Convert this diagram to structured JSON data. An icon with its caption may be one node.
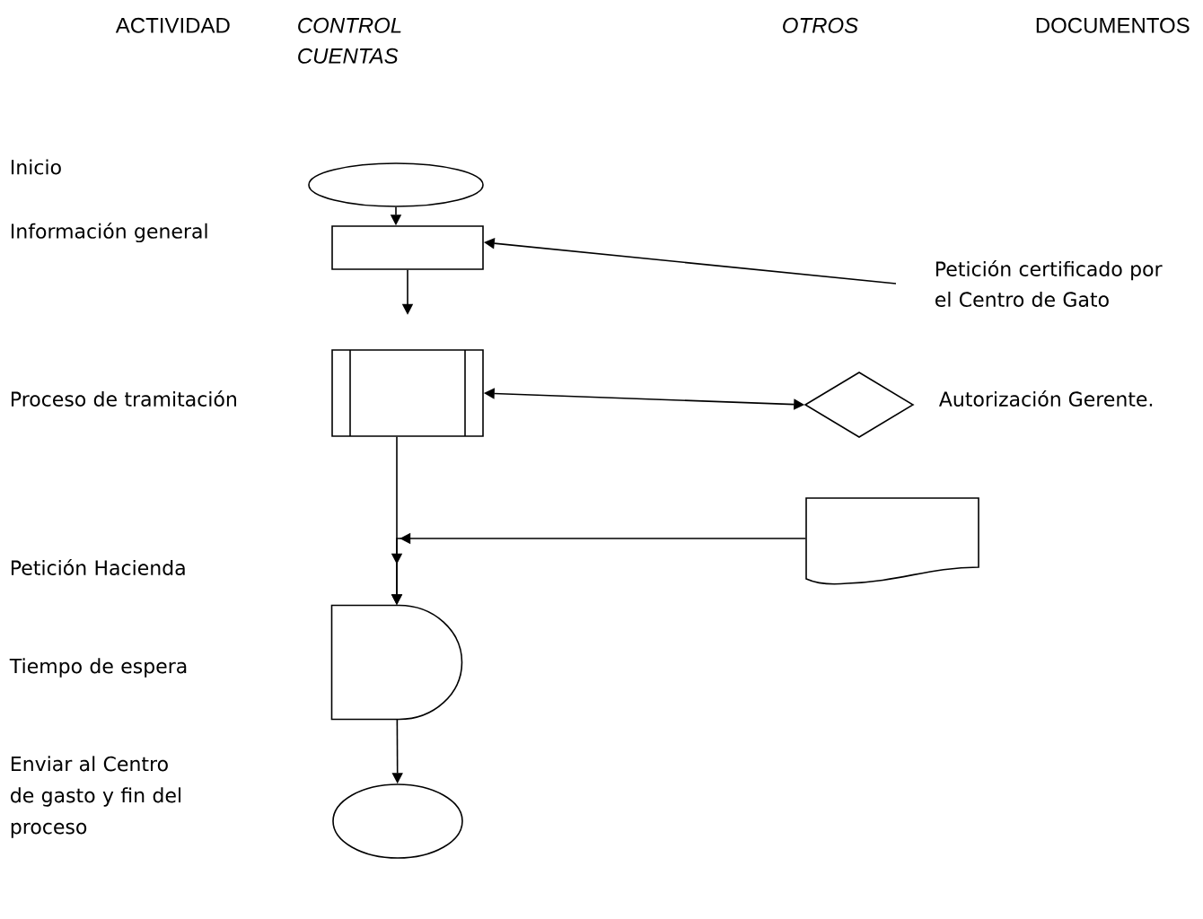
{
  "diagram": {
    "nodes": [
      {
        "text": [],
        "shape": "ellipse"
      },
      {
        "text": [],
        "shape": "box"
      },
      {
        "text": [],
        "shape": "subroutine"
      },
      {
        "text": [],
        "shape": "diamond",
        "beside": [
          "Autorización Gerente."
        ]
      },
      {
        "text": [],
        "shape": "document"
      },
      {
        "text": [],
        "shape": "delay"
      },
      {
        "text": [],
        "shape": "ellipse"
      },
      {
        "text": [
          "Petición certificado por el Centro de Gato"
        ]
      }
    ],
    "edges": [
      {
        "from": 0,
        "to": 1,
        "arrow": "to"
      },
      {
        "from": 1,
        "to": null,
        "arrow": "to"
      },
      {
        "from": 7,
        "to": 1,
        "arrow": "to"
      },
      {
        "from": 2,
        "to": 3,
        "arrow": "both"
      },
      {
        "from": 2,
        "to": 5,
        "arrow": "to"
      },
      {
        "from": 4,
        "to": 5,
        "arrow": "to"
      },
      {
        "from": 5,
        "to": 6,
        "arrow": "to"
      }
    ],
    "labels": [
      "ACTIVIDAD",
      "CONTROL CUENTAS",
      "OTROS",
      "DOCUMENTOS",
      "Inicio",
      "Información general",
      "Proceso de tramitación",
      "Petición Hacienda",
      "Tiempo de espera",
      "Enviar al Centro de gasto y fin del proceso"
    ]
  }
}
